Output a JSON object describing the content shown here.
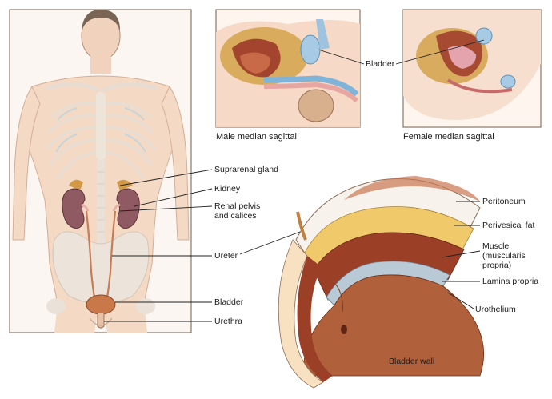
{
  "captions": {
    "male": "Male median sagittal",
    "female": "Female median sagittal"
  },
  "labels": {
    "bladder_top": "Bladder",
    "suprarenal": "Suprarenal gland",
    "kidney": "Kidney",
    "renal_pelvis": "Renal pelvis\nand calices",
    "ureter": "Ureter",
    "bladder_body": "Bladder",
    "urethra": "Urethra",
    "peritoneum": "Peritoneum",
    "perivesical": "Perivesical fat",
    "muscle": "Muscle\n(muscularis propria)",
    "lamina": "Lamina propria",
    "urothelium": "Urothelium",
    "bladder_wall": "Bladder wall"
  },
  "colors": {
    "frame": "#8a7767",
    "skin": "#f4d9c4",
    "bone": "#f3ebe2",
    "kidney": "#8f5a61",
    "bladder": "#c9784a",
    "muscle": "#9b3f27",
    "fat": "#f0c96b",
    "blue": "#88b6d8",
    "leader": "#222222"
  }
}
